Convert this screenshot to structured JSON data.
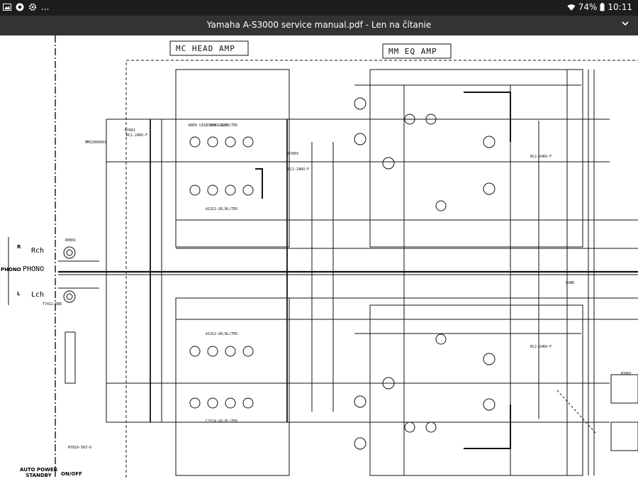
{
  "status_bar": {
    "left_icons": [
      "image-icon",
      "chrome-icon",
      "settings-icon"
    ],
    "overflow": "...",
    "battery_percent": "74%",
    "time": "10:11"
  },
  "title_bar": {
    "title": "Yamaha A-S3000 service manual.pdf - Len na čítanie"
  },
  "schematic": {
    "sections": {
      "mc_head_amp": "MC HEAD AMP",
      "mm_eq_amp": "MM EQ AMP"
    },
    "labels": {
      "r": "R",
      "rch": "Rch",
      "phono_left": "PHONO",
      "phono_jack": "PHONO",
      "l": "L",
      "lch": "Lch",
      "auto_power_standby": "AUTO POWER\nSTANDBY",
      "on_off": "ON/OFF"
    }
  },
  "colors": {
    "status_bg": "#1d1d1d",
    "title_bg": "#333333",
    "ink": "#111111"
  }
}
